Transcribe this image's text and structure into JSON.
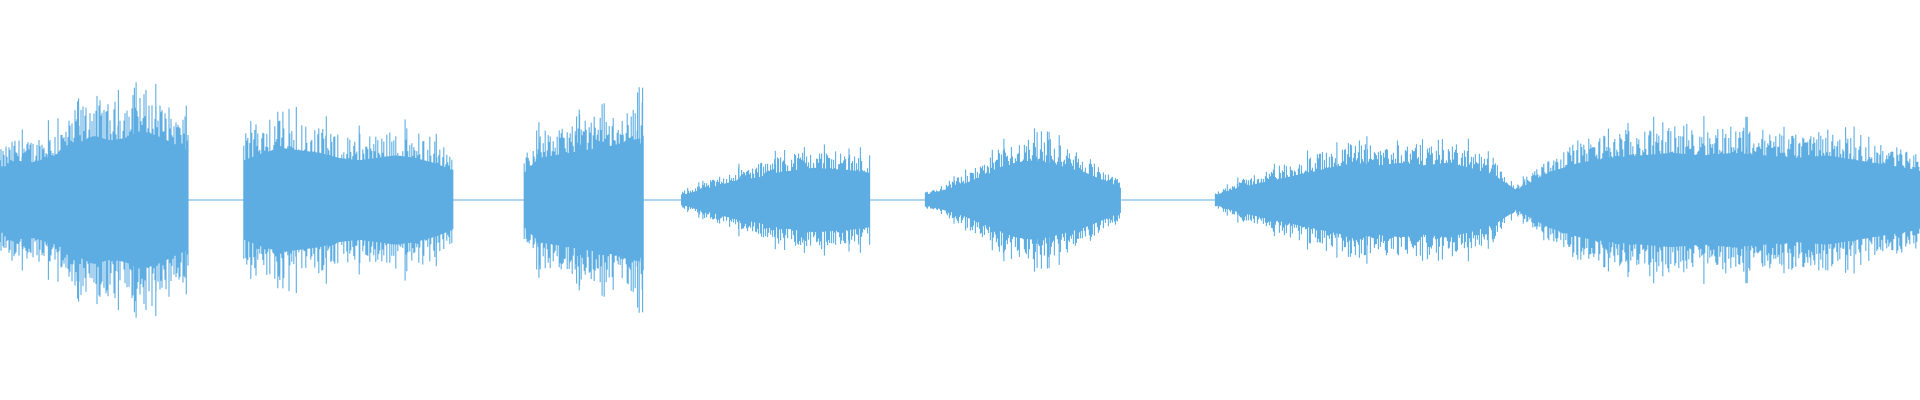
{
  "waveform": {
    "color": "#5dade2",
    "background": "#ffffff",
    "segments": [
      {
        "start": 0.0,
        "end": 0.098,
        "envelope": [
          0.25,
          0.32,
          0.3,
          0.34,
          0.38,
          0.46,
          0.52,
          0.48,
          0.5,
          0.56,
          0.52,
          0.46,
          0.4
        ],
        "style": "dense"
      },
      {
        "start": 0.127,
        "end": 0.236,
        "envelope": [
          0.32,
          0.38,
          0.42,
          0.4,
          0.38,
          0.34,
          0.32,
          0.34,
          0.36,
          0.34,
          0.3,
          0.24
        ],
        "style": "striated"
      },
      {
        "start": 0.273,
        "end": 0.335,
        "envelope": [
          0.22,
          0.34,
          0.36,
          0.38,
          0.4,
          0.42,
          0.44,
          0.48,
          0.5
        ],
        "style": "dense"
      },
      {
        "start": 0.355,
        "end": 0.453,
        "envelope": [
          0.04,
          0.08,
          0.12,
          0.16,
          0.18,
          0.22,
          0.24,
          0.26,
          0.25,
          0.24,
          0.22
        ],
        "style": "dense"
      },
      {
        "start": 0.482,
        "end": 0.584,
        "envelope": [
          0.04,
          0.08,
          0.12,
          0.18,
          0.24,
          0.3,
          0.32,
          0.3,
          0.26,
          0.22,
          0.16,
          0.1
        ],
        "style": "dense"
      },
      {
        "start": 0.633,
        "end": 0.79,
        "envelope": [
          0.04,
          0.1,
          0.14,
          0.18,
          0.22,
          0.26,
          0.3,
          0.28,
          0.3,
          0.28,
          0.3,
          0.26,
          0.2,
          0.08
        ],
        "style": "dense"
      },
      {
        "start": 0.79,
        "end": 1.0,
        "envelope": [
          0.08,
          0.22,
          0.3,
          0.34,
          0.36,
          0.38,
          0.36,
          0.38,
          0.36,
          0.34,
          0.36,
          0.32,
          0.28,
          0.24
        ],
        "style": "dense"
      }
    ],
    "silences": [
      {
        "start": 0.098,
        "end": 0.127
      },
      {
        "start": 0.236,
        "end": 0.273
      },
      {
        "start": 0.335,
        "end": 0.355
      },
      {
        "start": 0.453,
        "end": 0.482
      },
      {
        "start": 0.584,
        "end": 0.633
      }
    ]
  }
}
